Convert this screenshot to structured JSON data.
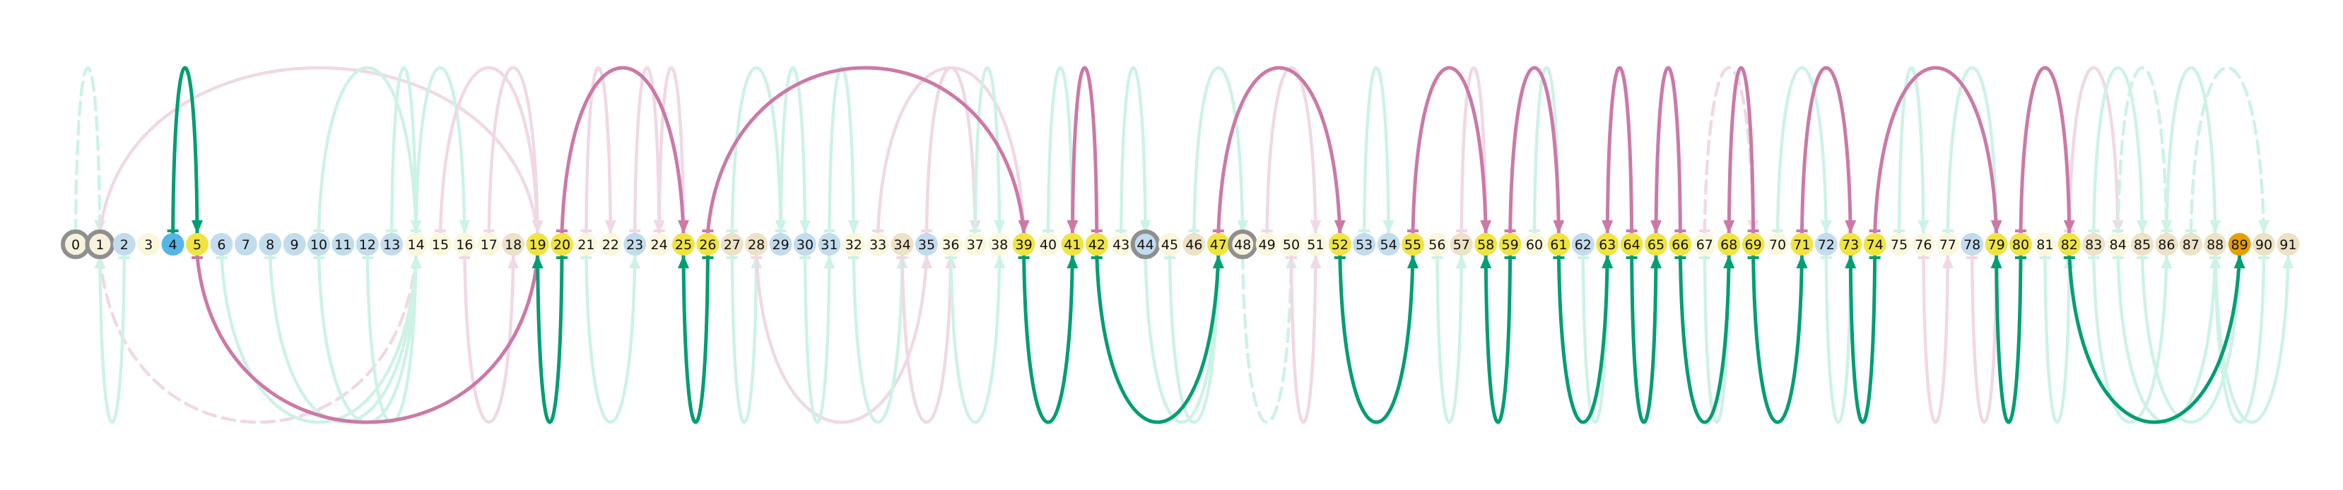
{
  "diagram": {
    "node_ids": [
      "0",
      "1",
      "2",
      "3",
      "4",
      "5",
      "6",
      "7",
      "8",
      "9",
      "10",
      "11",
      "12",
      "13",
      "14",
      "15",
      "16",
      "17",
      "18",
      "19",
      "20",
      "21",
      "22",
      "23",
      "24",
      "25",
      "26",
      "27",
      "28",
      "29",
      "30",
      "31",
      "32",
      "33",
      "34",
      "35",
      "36",
      "37",
      "38",
      "39",
      "40",
      "41",
      "42",
      "43",
      "44",
      "45",
      "46",
      "47",
      "48",
      "49",
      "50",
      "51",
      "52",
      "53",
      "54",
      "55",
      "56",
      "57",
      "58",
      "59",
      "60",
      "61",
      "62",
      "63",
      "64",
      "65",
      "66",
      "67",
      "68",
      "69",
      "70",
      "71",
      "72",
      "73",
      "74",
      "75",
      "76",
      "77",
      "78",
      "79",
      "80",
      "81",
      "82",
      "83",
      "84",
      "85",
      "86",
      "87",
      "88",
      "89",
      "90",
      "91"
    ],
    "colors": {
      "yellow": "#f0e442",
      "blue": "#56b4e9",
      "orange": "#e69f00",
      "light_blue": "#c3dced",
      "light_cream": "#fbf7dc",
      "beige": "#ede2c6",
      "ring": "#8f8f8f",
      "green": "#009e73",
      "pink": "#cc79a7",
      "green_faded": "#cdf2e6",
      "pink_faded": "#f0d8e4"
    },
    "node_color_keys": [
      "white",
      "white",
      "light_blue",
      "light_cream",
      "blue",
      "yellow",
      "light_blue",
      "light_blue",
      "light_blue",
      "light_blue",
      "light_blue",
      "light_blue",
      "light_blue",
      "light_blue",
      "light_cream",
      "light_cream",
      "light_cream",
      "light_cream",
      "beige",
      "yellow",
      "yellow",
      "light_cream",
      "light_cream",
      "light_blue",
      "light_cream",
      "yellow",
      "yellow",
      "beige",
      "beige",
      "light_blue",
      "light_blue",
      "light_blue",
      "light_cream",
      "light_cream",
      "beige",
      "light_blue",
      "light_cream",
      "light_cream",
      "light_cream",
      "yellow",
      "light_cream",
      "yellow",
      "yellow",
      "light_cream",
      "light_blue",
      "light_cream",
      "beige",
      "yellow",
      "white",
      "light_cream",
      "light_cream",
      "light_cream",
      "yellow",
      "light_blue",
      "light_blue",
      "yellow",
      "light_cream",
      "beige",
      "yellow",
      "yellow",
      "light_cream",
      "yellow",
      "light_blue",
      "yellow",
      "yellow",
      "yellow",
      "yellow",
      "light_cream",
      "yellow",
      "yellow",
      "light_cream",
      "yellow",
      "light_blue",
      "yellow",
      "yellow",
      "light_cream",
      "light_cream",
      "light_cream",
      "light_blue",
      "yellow",
      "yellow",
      "light_cream",
      "yellow",
      "beige",
      "light_cream",
      "beige",
      "beige",
      "beige",
      "beige",
      "orange",
      "beige",
      "beige"
    ],
    "ringed_nodes": [
      "0",
      "1",
      "44",
      "48"
    ],
    "highlighted_edges": [
      {
        "from": "4",
        "to": "5",
        "color": "green",
        "side": "top",
        "style": "solid"
      },
      {
        "from": "5",
        "to": "19",
        "color": "pink",
        "side": "bottom",
        "style": "solid"
      },
      {
        "from": "20",
        "to": "19",
        "color": "green",
        "side": "bottom",
        "style": "solid"
      },
      {
        "from": "20",
        "to": "25",
        "color": "pink",
        "side": "top",
        "style": "solid"
      },
      {
        "from": "26",
        "to": "25",
        "color": "green",
        "side": "bottom",
        "style": "solid"
      },
      {
        "from": "26",
        "to": "39",
        "color": "pink",
        "side": "top",
        "style": "solid"
      },
      {
        "from": "39",
        "to": "41",
        "color": "green",
        "side": "bottom",
        "style": "solid"
      },
      {
        "from": "42",
        "to": "41",
        "color": "pink",
        "side": "top",
        "style": "solid"
      },
      {
        "from": "42",
        "to": "47",
        "color": "green",
        "side": "bottom",
        "style": "solid"
      },
      {
        "from": "47",
        "to": "52",
        "color": "pink",
        "side": "top",
        "style": "solid"
      },
      {
        "from": "52",
        "to": "55",
        "color": "green",
        "side": "bottom",
        "style": "solid"
      },
      {
        "from": "55",
        "to": "58",
        "color": "pink",
        "side": "top",
        "style": "solid"
      },
      {
        "from": "59",
        "to": "58",
        "color": "green",
        "side": "bottom",
        "style": "solid"
      },
      {
        "from": "59",
        "to": "61",
        "color": "pink",
        "side": "top",
        "style": "solid"
      },
      {
        "from": "61",
        "to": "63",
        "color": "green",
        "side": "bottom",
        "style": "solid"
      },
      {
        "from": "64",
        "to": "63",
        "color": "pink",
        "side": "top",
        "style": "solid"
      },
      {
        "from": "64",
        "to": "65",
        "color": "green",
        "side": "bottom",
        "style": "solid"
      },
      {
        "from": "66",
        "to": "65",
        "color": "pink",
        "side": "top",
        "style": "solid"
      },
      {
        "from": "66",
        "to": "68",
        "color": "green",
        "side": "bottom",
        "style": "solid"
      },
      {
        "from": "69",
        "to": "68",
        "color": "pink",
        "side": "top",
        "style": "solid"
      },
      {
        "from": "69",
        "to": "71",
        "color": "green",
        "side": "bottom",
        "style": "solid"
      },
      {
        "from": "71",
        "to": "73",
        "color": "pink",
        "side": "top",
        "style": "solid"
      },
      {
        "from": "74",
        "to": "73",
        "color": "green",
        "side": "bottom",
        "style": "solid"
      },
      {
        "from": "74",
        "to": "79",
        "color": "pink",
        "side": "top",
        "style": "solid"
      },
      {
        "from": "80",
        "to": "79",
        "color": "green",
        "side": "bottom",
        "style": "solid"
      },
      {
        "from": "80",
        "to": "82",
        "color": "pink",
        "side": "top",
        "style": "solid"
      },
      {
        "from": "82",
        "to": "89",
        "color": "green",
        "side": "bottom",
        "style": "solid"
      }
    ],
    "faded_edges": [
      {
        "from": "0",
        "to": "1",
        "color": "green_faded",
        "side": "top",
        "style": "dashed"
      },
      {
        "from": "1",
        "to": "19",
        "color": "pink_faded",
        "side": "top",
        "style": "solid"
      },
      {
        "from": "1",
        "to": "14",
        "color": "pink_faded",
        "side": "bottom",
        "style": "dashed"
      },
      {
        "from": "2",
        "to": "1",
        "color": "green_faded",
        "side": "bottom",
        "style": "solid"
      },
      {
        "from": "6",
        "to": "14",
        "color": "green_faded",
        "side": "bottom",
        "style": "solid"
      },
      {
        "from": "8",
        "to": "14",
        "color": "green_faded",
        "side": "bottom",
        "style": "solid"
      },
      {
        "from": "10",
        "to": "14",
        "color": "green_faded",
        "side": "bottom",
        "style": "solid"
      },
      {
        "from": "12",
        "to": "14",
        "color": "green_faded",
        "side": "bottom",
        "style": "solid"
      },
      {
        "from": "13",
        "to": "14",
        "color": "green_faded",
        "side": "top",
        "style": "solid"
      },
      {
        "from": "10",
        "to": "14",
        "color": "green_faded",
        "side": "top",
        "style": "solid"
      },
      {
        "from": "14",
        "to": "16",
        "color": "green_faded",
        "side": "top",
        "style": "solid"
      },
      {
        "from": "15",
        "to": "19",
        "color": "pink_faded",
        "side": "top",
        "style": "solid"
      },
      {
        "from": "16",
        "to": "18",
        "color": "pink_faded",
        "side": "bottom",
        "style": "solid"
      },
      {
        "from": "17",
        "to": "19",
        "color": "pink_faded",
        "side": "top",
        "style": "solid"
      },
      {
        "from": "21",
        "to": "22",
        "color": "pink_faded",
        "side": "top",
        "style": "solid"
      },
      {
        "from": "21",
        "to": "23",
        "color": "green_faded",
        "side": "bottom",
        "style": "solid"
      },
      {
        "from": "23",
        "to": "24",
        "color": "pink_faded",
        "side": "top",
        "style": "solid"
      },
      {
        "from": "24",
        "to": "25",
        "color": "pink_faded",
        "side": "top",
        "style": "solid"
      },
      {
        "from": "27",
        "to": "29",
        "color": "green_faded",
        "side": "top",
        "style": "solid"
      },
      {
        "from": "27",
        "to": "28",
        "color": "green_faded",
        "side": "bottom",
        "style": "solid"
      },
      {
        "from": "28",
        "to": "35",
        "color": "pink_faded",
        "side": "bottom",
        "style": "solid"
      },
      {
        "from": "29",
        "to": "30",
        "color": "green_faded",
        "side": "top",
        "style": "solid"
      },
      {
        "from": "30",
        "to": "31",
        "color": "green_faded",
        "side": "bottom",
        "style": "solid"
      },
      {
        "from": "31",
        "to": "32",
        "color": "green_faded",
        "side": "top",
        "style": "solid"
      },
      {
        "from": "32",
        "to": "34",
        "color": "green_faded",
        "side": "bottom",
        "style": "solid"
      },
      {
        "from": "33",
        "to": "39",
        "color": "pink_faded",
        "side": "top",
        "style": "solid"
      },
      {
        "from": "34",
        "to": "36",
        "color": "pink_faded",
        "side": "bottom",
        "style": "solid"
      },
      {
        "from": "35",
        "to": "37",
        "color": "pink_faded",
        "side": "top",
        "style": "solid"
      },
      {
        "from": "36",
        "to": "38",
        "color": "green_faded",
        "side": "bottom",
        "style": "solid"
      },
      {
        "from": "37",
        "to": "38",
        "color": "green_faded",
        "side": "top",
        "style": "solid"
      },
      {
        "from": "40",
        "to": "41",
        "color": "green_faded",
        "side": "top",
        "style": "solid"
      },
      {
        "from": "43",
        "to": "44",
        "color": "green_faded",
        "side": "top",
        "style": "solid"
      },
      {
        "from": "44",
        "to": "47",
        "color": "green_faded",
        "side": "bottom",
        "style": "solid"
      },
      {
        "from": "45",
        "to": "47",
        "color": "green_faded",
        "side": "bottom",
        "style": "solid"
      },
      {
        "from": "46",
        "to": "48",
        "color": "green_faded",
        "side": "top",
        "style": "solid"
      },
      {
        "from": "47",
        "to": "52",
        "color": "pink_faded",
        "side": "top",
        "style": "dashed"
      },
      {
        "from": "48",
        "to": "50",
        "color": "green_faded",
        "side": "bottom",
        "style": "dashed"
      },
      {
        "from": "49",
        "to": "51",
        "color": "pink_faded",
        "side": "top",
        "style": "solid"
      },
      {
        "from": "50",
        "to": "51",
        "color": "pink_faded",
        "side": "bottom",
        "style": "solid"
      },
      {
        "from": "53",
        "to": "54",
        "color": "green_faded",
        "side": "top",
        "style": "solid"
      },
      {
        "from": "56",
        "to": "57",
        "color": "green_faded",
        "side": "bottom",
        "style": "solid"
      },
      {
        "from": "57",
        "to": "58",
        "color": "pink_faded",
        "side": "top",
        "style": "solid"
      },
      {
        "from": "60",
        "to": "61",
        "color": "green_faded",
        "side": "top",
        "style": "solid"
      },
      {
        "from": "62",
        "to": "63",
        "color": "green_faded",
        "side": "bottom",
        "style": "solid"
      },
      {
        "from": "67",
        "to": "69",
        "color": "pink_faded",
        "side": "top",
        "style": "dashed"
      },
      {
        "from": "67",
        "to": "68",
        "color": "green_faded",
        "side": "bottom",
        "style": "solid"
      },
      {
        "from": "70",
        "to": "72",
        "color": "green_faded",
        "side": "top",
        "style": "solid"
      },
      {
        "from": "72",
        "to": "73",
        "color": "green_faded",
        "side": "bottom",
        "style": "solid"
      },
      {
        "from": "75",
        "to": "76",
        "color": "green_faded",
        "side": "top",
        "style": "solid"
      },
      {
        "from": "76",
        "to": "77",
        "color": "pink_faded",
        "side": "bottom",
        "style": "solid"
      },
      {
        "from": "77",
        "to": "79",
        "color": "green_faded",
        "side": "top",
        "style": "solid"
      },
      {
        "from": "78",
        "to": "79",
        "color": "pink_faded",
        "side": "bottom",
        "style": "solid"
      },
      {
        "from": "81",
        "to": "82",
        "color": "green_faded",
        "side": "bottom",
        "style": "solid"
      },
      {
        "from": "82",
        "to": "84",
        "color": "pink_faded",
        "side": "top",
        "style": "solid"
      },
      {
        "from": "83",
        "to": "85",
        "color": "green_faded",
        "side": "top",
        "style": "solid"
      },
      {
        "from": "83",
        "to": "86",
        "color": "green_faded",
        "side": "bottom",
        "style": "solid"
      },
      {
        "from": "84",
        "to": "86",
        "color": "green_faded",
        "side": "top",
        "style": "dashed"
      },
      {
        "from": "84",
        "to": "88",
        "color": "green_faded",
        "side": "bottom",
        "style": "solid"
      },
      {
        "from": "85",
        "to": "89",
        "color": "green_faded",
        "side": "bottom",
        "style": "solid"
      },
      {
        "from": "86",
        "to": "88",
        "color": "green_faded",
        "side": "top",
        "style": "solid"
      },
      {
        "from": "87",
        "to": "90",
        "color": "green_faded",
        "side": "top",
        "style": "dashed"
      },
      {
        "from": "88",
        "to": "91",
        "color": "green_faded",
        "side": "bottom",
        "style": "solid"
      },
      {
        "from": "90",
        "to": "88",
        "color": "green_faded",
        "side": "bottom",
        "style": "solid"
      }
    ]
  }
}
